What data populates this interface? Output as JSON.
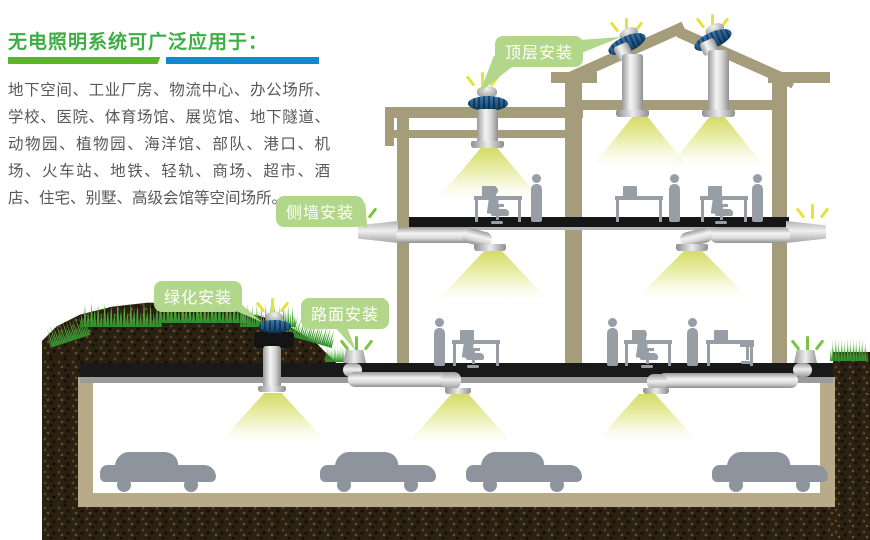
{
  "header": {
    "title": "无电照明系统可广泛应用于："
  },
  "underline": {
    "green": "#5ab52d",
    "blue": "#1588cb"
  },
  "description": {
    "text": "地下空间、工业厂房、物流中心、办公场所、学校、医院、体育场馆、展览馆、地下隧道、动物园、植物园、海洋馆、部队、港口、机场、火车站、地铁、轻轨、商场、超市、酒店、住宅、别墅、高级会馆等空间场所。"
  },
  "callouts": {
    "top_roof": "顶层安装",
    "side_wall": "侧墙安装",
    "greening": "绿化安装",
    "road_surface": "路面安装"
  },
  "colors": {
    "title_green": "#3cae44",
    "callout_bg": "#b2d78b",
    "building_tan": "#a59c7b",
    "light_cone_yellow": "#d4da64",
    "soil_brown": "#2b2113",
    "grass_green": "#51aa3a",
    "car_gray": "#8e949d",
    "collector_blue": "#134a74"
  },
  "icons": {
    "collector": "daylight-collector-icon",
    "tube": "light-tube",
    "cone": "light-cone",
    "rays": "sun-rays-icon"
  }
}
